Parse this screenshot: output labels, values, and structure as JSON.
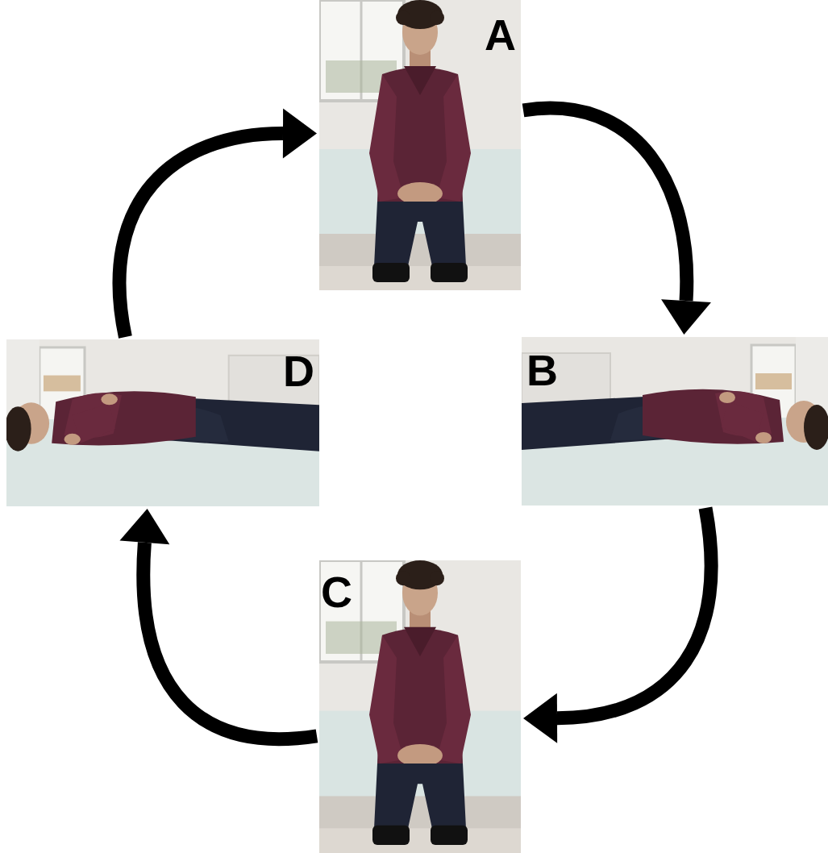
{
  "diagram": {
    "nodes": [
      {
        "text": [
          "A"
        ]
      },
      {
        "text": [
          "D"
        ]
      },
      {
        "text": [
          "B"
        ]
      },
      {
        "text": [
          "C"
        ]
      }
    ],
    "edges": [
      {
        "from": 0,
        "to": 2,
        "arrow": "to"
      },
      {
        "from": 2,
        "to": 3,
        "arrow": "to"
      },
      {
        "from": 3,
        "to": 1,
        "arrow": "to"
      },
      {
        "from": 1,
        "to": 0,
        "arrow": "to"
      }
    ]
  }
}
